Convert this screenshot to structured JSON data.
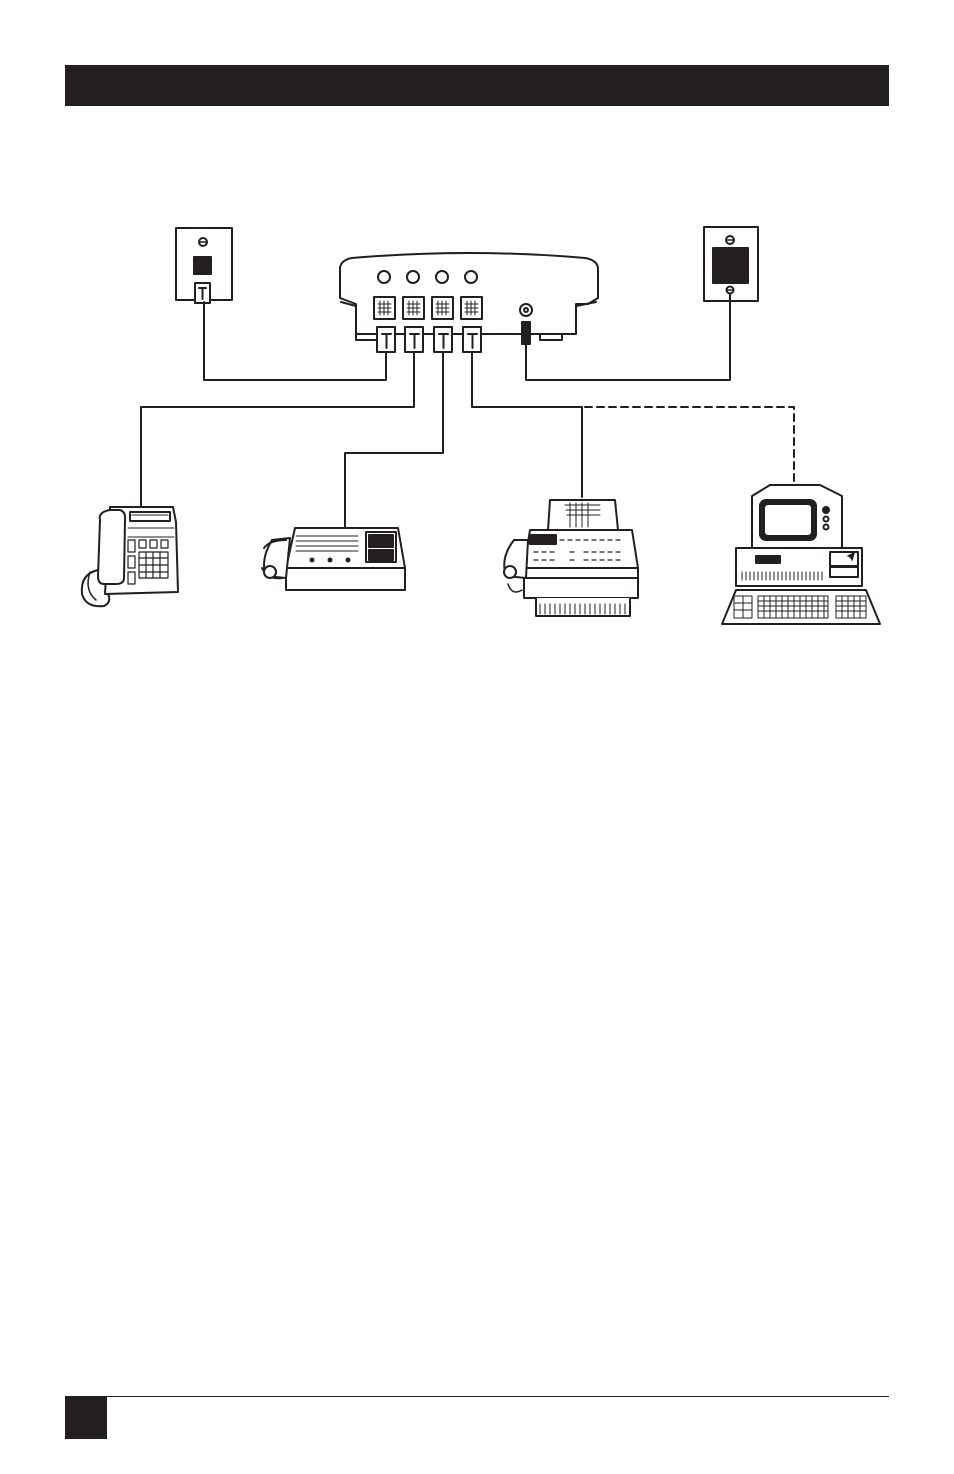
{
  "page": {
    "ink_color": "#231f20",
    "paper_color": "#ffffff"
  },
  "diagram": {
    "devices": [
      {
        "id": "wall-jack-left",
        "icon": "wall-phone-jack-icon"
      },
      {
        "id": "line-sharing-switch",
        "icon": "switch-box-icon"
      },
      {
        "id": "wall-outlet-right",
        "icon": "power-outlet-icon"
      },
      {
        "id": "telephone",
        "icon": "telephone-icon"
      },
      {
        "id": "answering-machine",
        "icon": "answering-machine-icon"
      },
      {
        "id": "fax-machine",
        "icon": "fax-machine-icon"
      },
      {
        "id": "computer",
        "icon": "computer-icon"
      }
    ],
    "connections": [
      {
        "from": "wall-jack-left",
        "to": "line-sharing-switch",
        "style": "solid"
      },
      {
        "from": "line-sharing-switch",
        "to": "telephone",
        "style": "solid"
      },
      {
        "from": "line-sharing-switch",
        "to": "answering-machine",
        "style": "solid"
      },
      {
        "from": "line-sharing-switch",
        "to": "fax-machine",
        "style": "solid"
      },
      {
        "from": "line-sharing-switch",
        "to": "computer",
        "style": "dashed"
      },
      {
        "from": "line-sharing-switch",
        "to": "wall-outlet-right",
        "style": "solid"
      }
    ]
  }
}
